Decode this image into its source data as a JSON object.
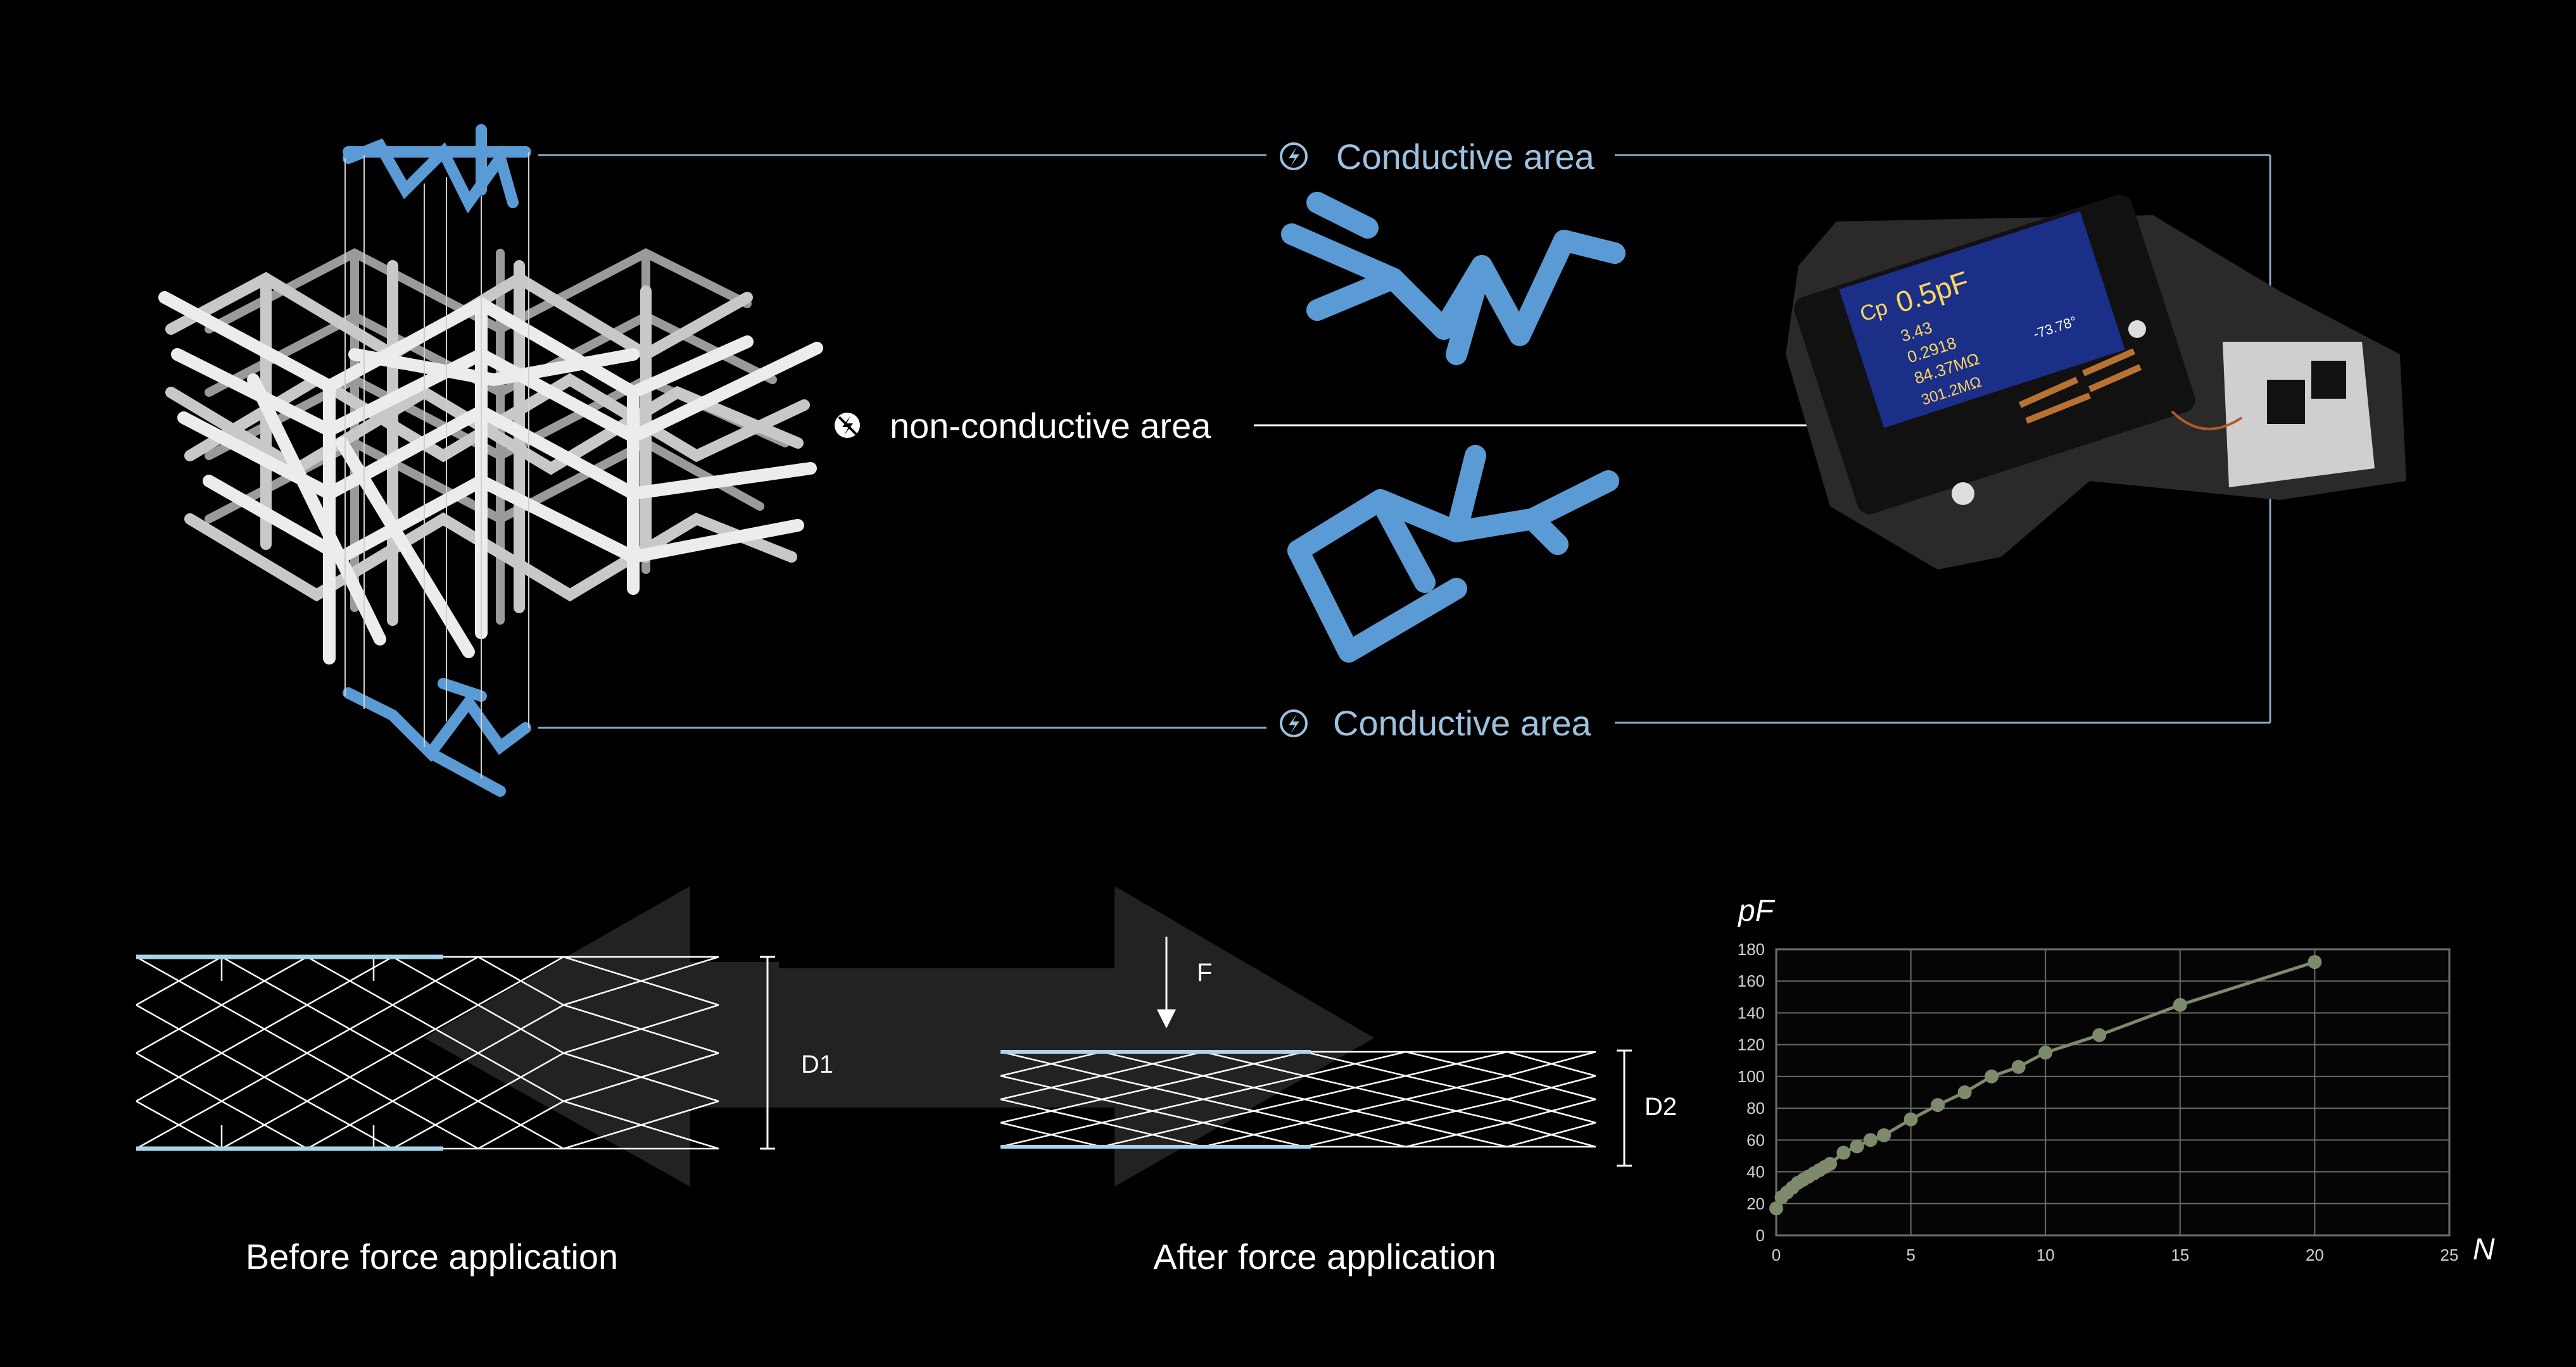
{
  "labels": {
    "conductive_top": "Conductive area",
    "conductive_bottom": "Conductive area",
    "non_conductive": "non-conductive area",
    "before": "Before force application",
    "after": "After force application",
    "force": "F",
    "d1": "D1",
    "d2": "D2"
  },
  "lcr_screen": {
    "cp": "Cp",
    "cp_value": "0.5pF",
    "q_value": "3.43",
    "d_value": "0.2918",
    "esr_value": "84.37MΩ",
    "z_value": "301.2MΩ",
    "angle_value": "-73.78°"
  },
  "colors": {
    "conductive": "#5b9bd5",
    "label": "#9dc1df",
    "line": "#8fa9c4",
    "arrow": "#222222",
    "curve": "#7d8a6b"
  },
  "chart_data": {
    "type": "line",
    "title": "",
    "xlabel": "N",
    "ylabel": "pF",
    "xlim": [
      0,
      25
    ],
    "ylim": [
      0,
      180
    ],
    "xticks": [
      0,
      5,
      10,
      15,
      20,
      25
    ],
    "yticks": [
      0,
      20,
      40,
      60,
      80,
      100,
      120,
      140,
      160,
      180
    ],
    "grid": true,
    "series": [
      {
        "x": [
          0,
          0.2,
          0.4,
          0.6,
          0.8,
          1.0,
          1.2,
          1.4,
          1.6,
          1.8,
          2.0,
          2.5,
          3.0,
          3.5,
          4.0,
          5.0,
          6.0,
          7.0,
          8.0,
          9.0,
          10.0,
          12.0,
          15.0,
          20.0
        ],
        "y": [
          17,
          24,
          27,
          30,
          33,
          35,
          37,
          39,
          41,
          43,
          45,
          52,
          56,
          60,
          63,
          73,
          82,
          90,
          100,
          106,
          115,
          126,
          145,
          172
        ]
      }
    ]
  }
}
